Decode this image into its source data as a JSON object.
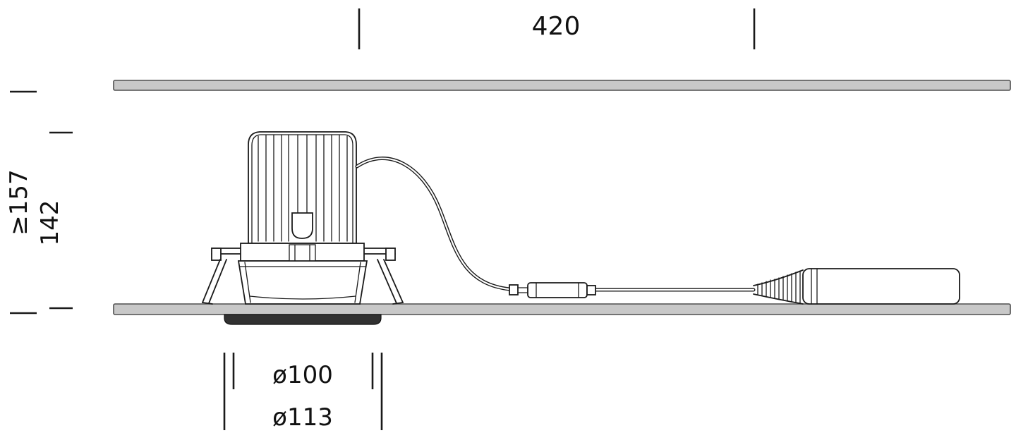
{
  "colors": {
    "line": "#1a1a1a",
    "panel_fill": "#c8c8c8",
    "panel_stroke": "#4f4f4f",
    "bezel_fill": "#313131",
    "background": "#ffffff"
  },
  "dimensions": {
    "top_span": {
      "label": "420"
    },
    "min_recess_depth": {
      "label": "≥157"
    },
    "fixture_height": {
      "label": "142"
    },
    "inner_diameter": {
      "label": "ø100"
    },
    "outer_diameter": {
      "label": "ø113"
    }
  }
}
